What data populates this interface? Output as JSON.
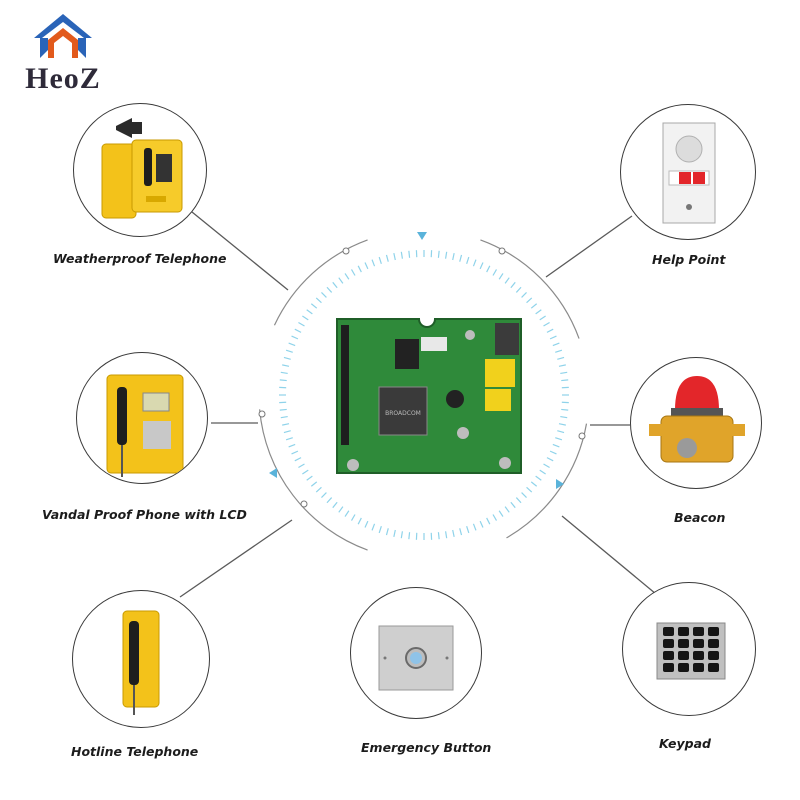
{
  "brand": {
    "name": "HeoZ",
    "accent_blue": "#2a64b8",
    "accent_orange": "#e25a1c"
  },
  "center": {
    "item": "circuit-board"
  },
  "devices": [
    {
      "key": "weatherproof",
      "label": "Weatherproof Telephone",
      "icon": "weatherproof-telephone-icon"
    },
    {
      "key": "helppoint",
      "label": "Help Point",
      "icon": "help-point-icon"
    },
    {
      "key": "vandal",
      "label": "Vandal Proof Phone with LCD",
      "icon": "vandal-proof-phone-icon"
    },
    {
      "key": "beacon",
      "label": "Beacon",
      "icon": "beacon-icon"
    },
    {
      "key": "hotline",
      "label": "Hotline Telephone",
      "icon": "hotline-telephone-icon"
    },
    {
      "key": "emergency",
      "label": "Emergency Button",
      "icon": "emergency-button-icon"
    },
    {
      "key": "keypad",
      "label": "Keypad",
      "icon": "keypad-icon"
    }
  ],
  "colors": {
    "phone_yellow": "#f3c21a",
    "board_green": "#2f8a3a",
    "ring_blue": "#8fd3ea",
    "beacon_red": "#e3262a"
  }
}
